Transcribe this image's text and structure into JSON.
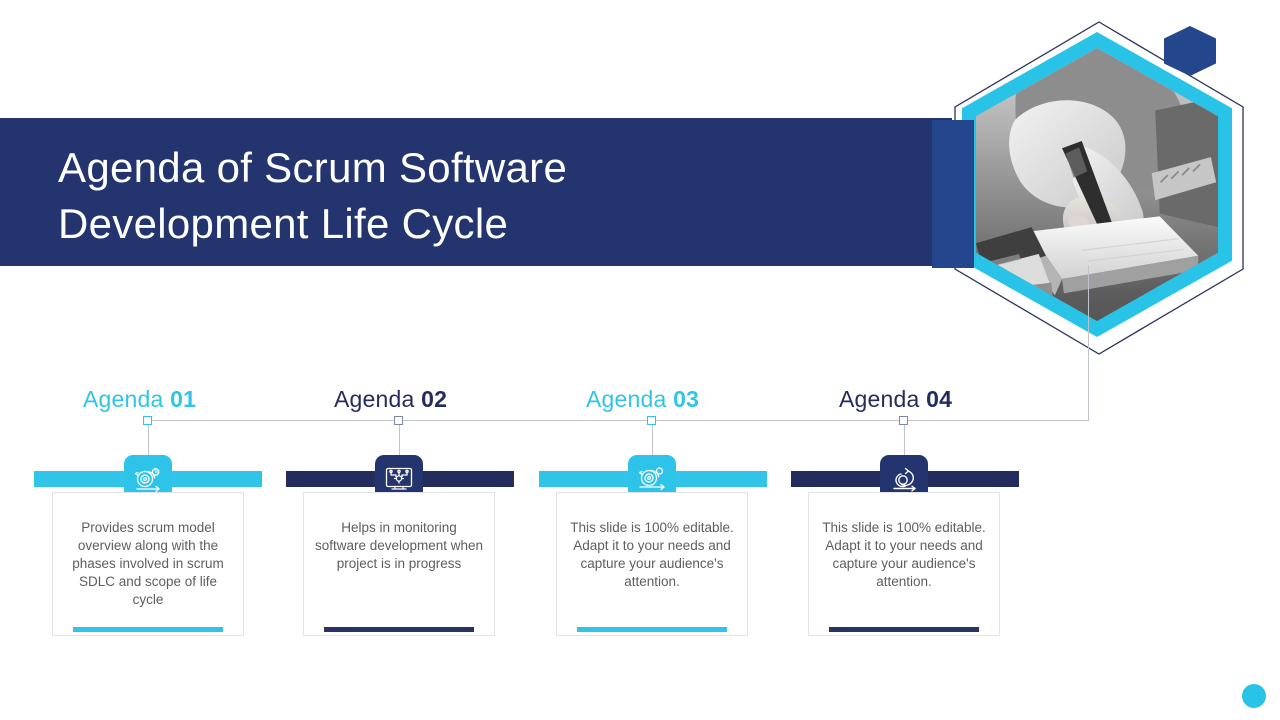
{
  "slide": {
    "title": "Agenda of Scrum Software\nDevelopment Life Cycle",
    "background_color": "#ffffff"
  },
  "theme": {
    "navy": "#23346e",
    "navy_dark": "#232c5c",
    "cyan": "#2fc4e8",
    "body_text": "#5e5e5e",
    "rail": "#bfc3cc"
  },
  "hero_image": {
    "alt": "Person writing with a pen in a notebook at a desk",
    "shape": "hexagon",
    "border_color": "#29c3e8",
    "style": "black-and-white photo"
  },
  "decor": {
    "hex_badge_color": "#23468c",
    "left_block_color": "#23468c",
    "bottom_dot_color": "#29c3e8"
  },
  "agenda": {
    "items": [
      {
        "label_word": "Agenda",
        "label_number": "01",
        "accent": "cyan",
        "icon": "agile-cycle-icon",
        "body": "Provides scrum model overview along with the phases involved in scrum SDLC and scope of life cycle"
      },
      {
        "label_word": "Agenda",
        "label_number": "02",
        "accent": "navy",
        "icon": "monitor-settings-icon",
        "body": "Helps in monitoring software development when project is in progress"
      },
      {
        "label_word": "Agenda",
        "label_number": "03",
        "accent": "cyan",
        "icon": "agile-cycle-icon",
        "body": "This slide is 100% editable. Adapt it to your needs and capture your audience's attention."
      },
      {
        "label_word": "Agenda",
        "label_number": "04",
        "accent": "navy",
        "icon": "agile-loop-icon",
        "body": "This slide is 100% editable. Adapt it to your needs and capture your audience's attention."
      }
    ]
  }
}
